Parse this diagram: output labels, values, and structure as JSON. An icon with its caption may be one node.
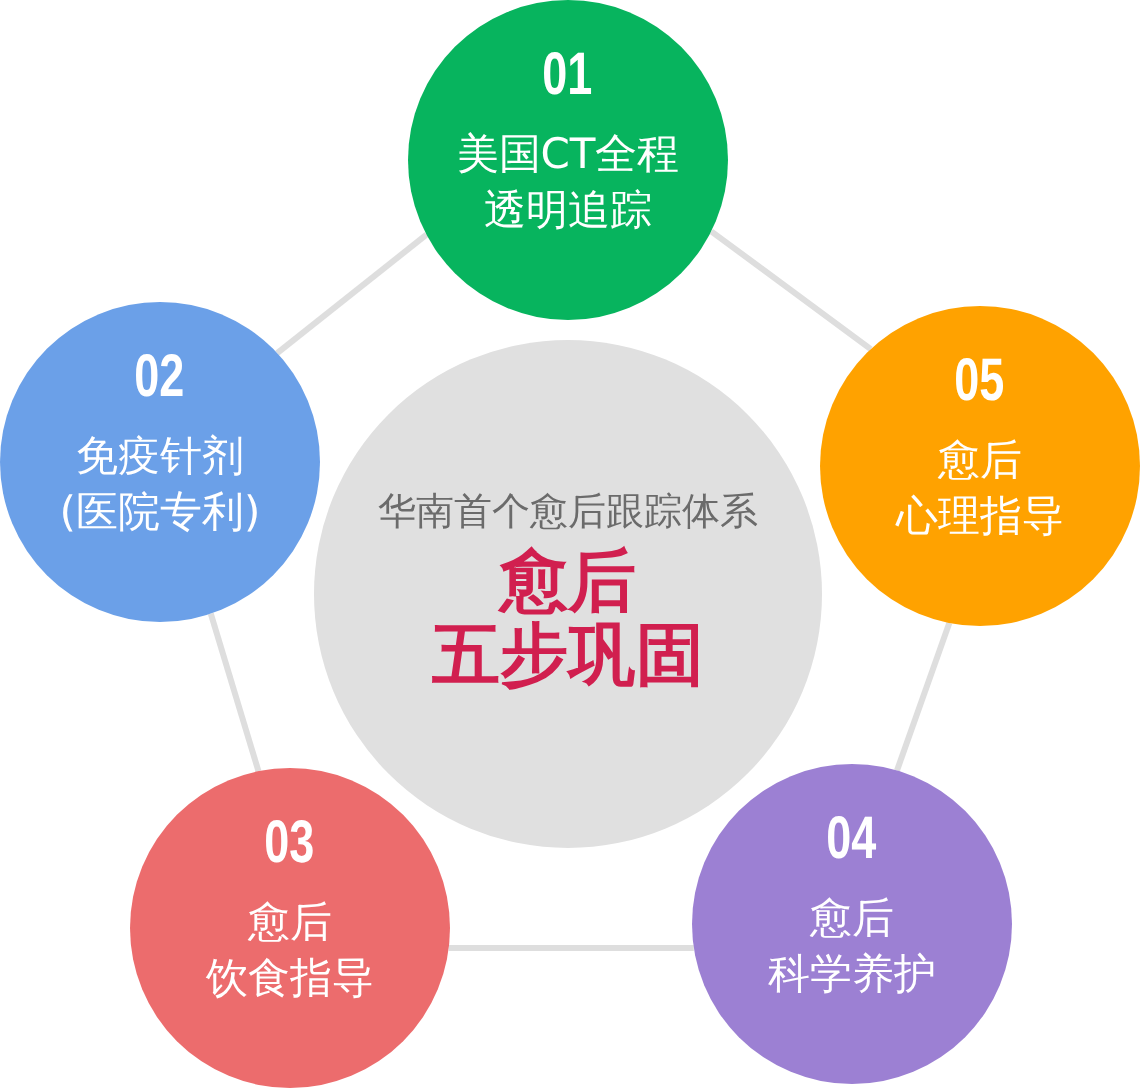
{
  "diagram": {
    "nodes": [
      {
        "text": [
          "01",
          "美国CT全程透明追踪"
        ]
      },
      {
        "text": [
          "02",
          "免疫针剂(医院专利)"
        ]
      },
      {
        "text": [
          "03",
          "愈后饮食指导"
        ]
      },
      {
        "text": [
          "04",
          "愈后科学养护"
        ]
      },
      {
        "text": [
          "05",
          "愈后心理指导"
        ]
      },
      {
        "text": [
          "华南首个愈后跟踪体系",
          "愈后五步巩固"
        ]
      }
    ],
    "edges": [
      {
        "from": 0,
        "to": 1,
        "arrow": "none"
      },
      {
        "from": 1,
        "to": 2,
        "arrow": "none"
      },
      {
        "from": 2,
        "to": 3,
        "arrow": "none"
      },
      {
        "from": 3,
        "to": 4,
        "arrow": "none"
      },
      {
        "from": 4,
        "to": 0,
        "arrow": "none"
      }
    ]
  }
}
